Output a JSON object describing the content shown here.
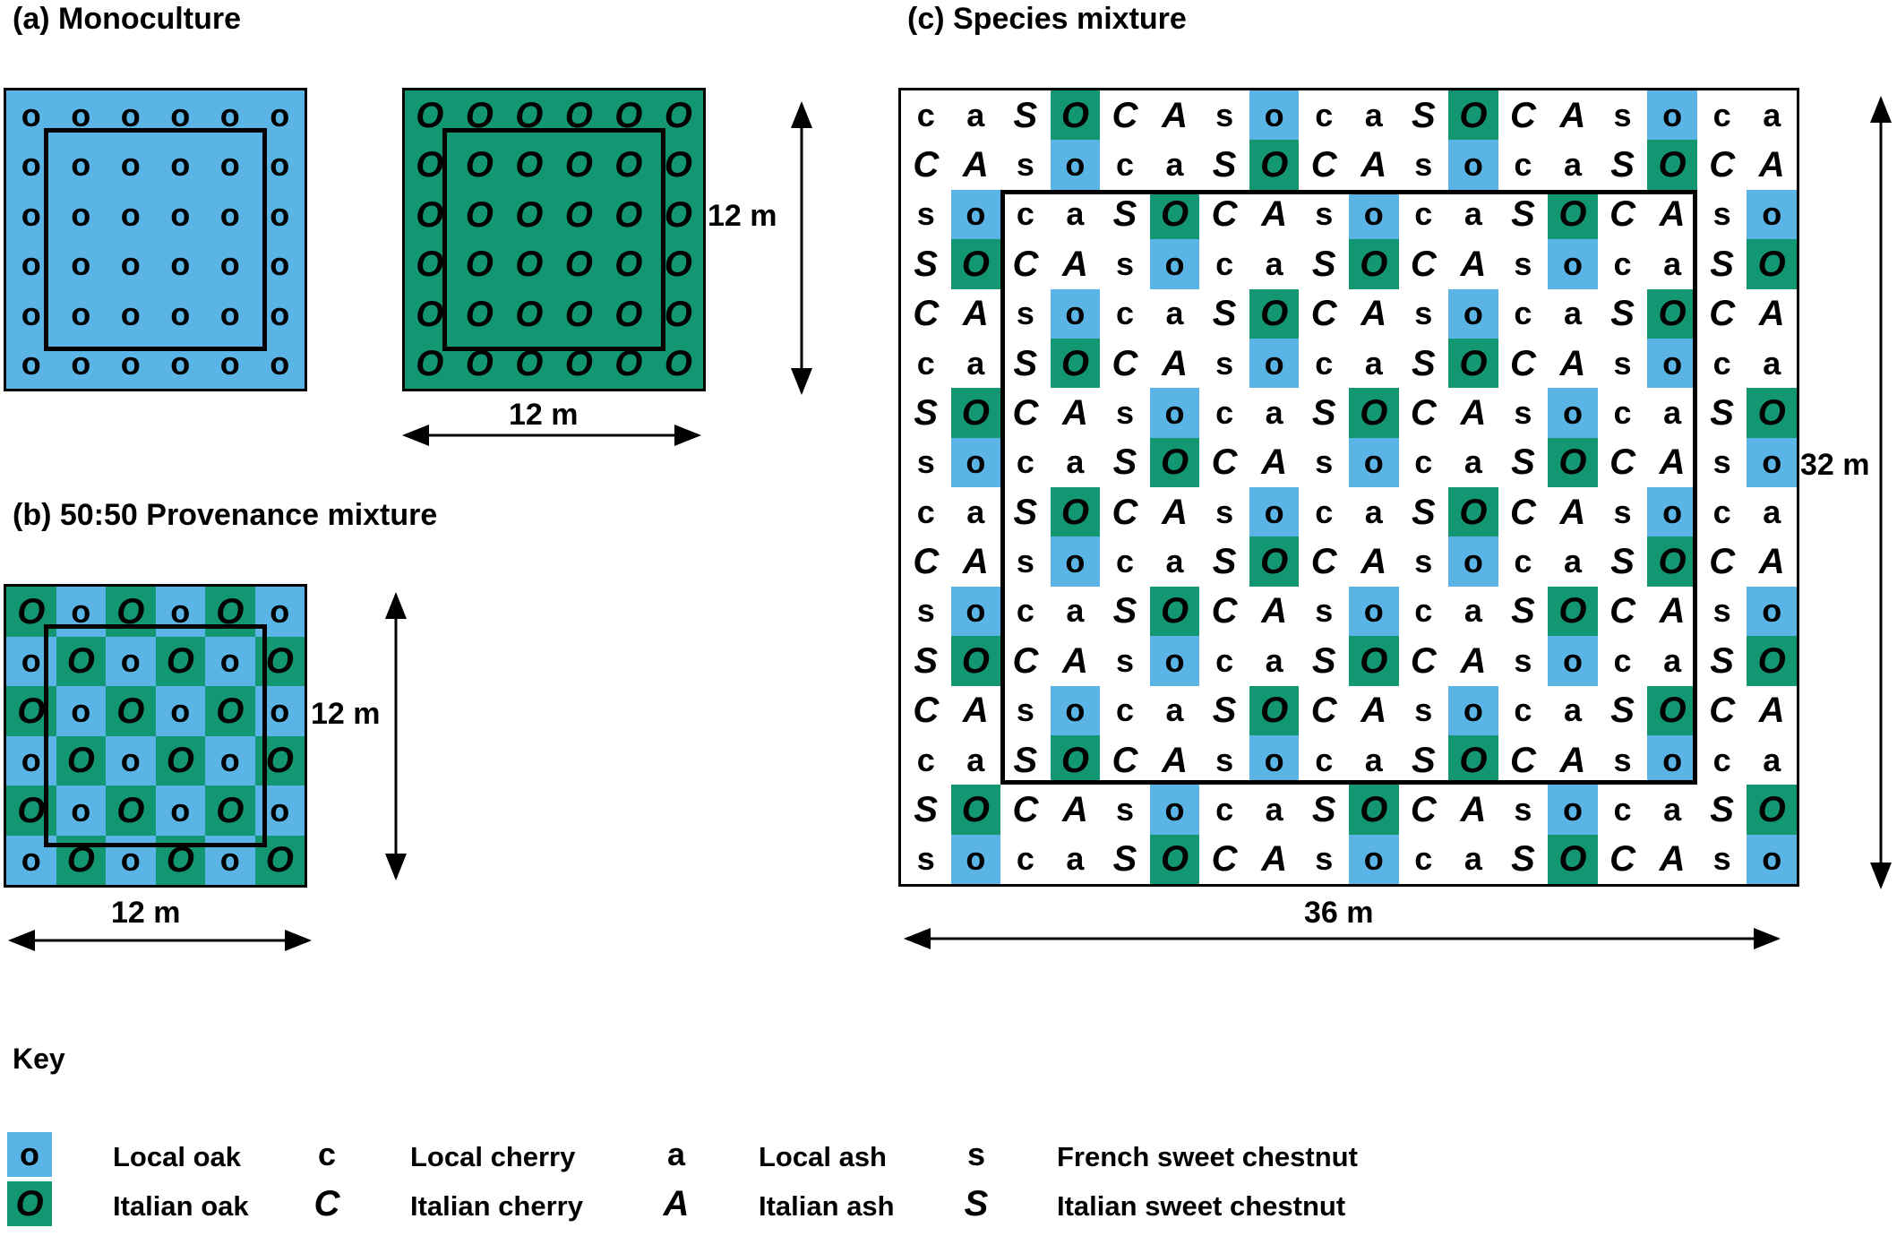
{
  "colors": {
    "local_oak": "#5ab4e5",
    "italian_oak": "#139773",
    "plain": "#ffffff"
  },
  "panels": {
    "a": {
      "title": "(a) Monoculture",
      "grids": [
        {
          "fill": "local_oak",
          "symbol": "o"
        },
        {
          "fill": "italian_oak",
          "symbol": "O"
        }
      ],
      "height_label": "12 m",
      "width_label": "12 m"
    },
    "b": {
      "title": "(b) 50:50 Provenance mixture",
      "height_label": "12 m",
      "width_label": "12 m"
    },
    "c": {
      "title": "(c) Species mixture",
      "height_label": "32 m",
      "width_label": "36 m",
      "rows": [
        "caSOCAsocaSOCAsoca",
        "CAsocaSOCAsocaSOCA",
        "socaSOCAsocaSOCAso",
        "SOCAsocaSOCAsocaSO",
        "CAsocaSOCAsocaSOCA",
        "caSOCAsocaSOCAsoca",
        "SOCAsocaSOCAsocaSO",
        "socaSOCAsocaSOCAso",
        "caSOCAsocaSOCAsoca",
        "CAsocaSOCAsocaSOCA",
        "socaSOCAsocaSOCAso",
        "SOCAsocaSOCAsocaSO",
        "CAsocaSOCAsocaSOCA",
        "caSOCAsocaSOCAsoca",
        "SOCAsocaSOCAsocaSO",
        "socaSOCAsocaSOCAso"
      ]
    }
  },
  "key": {
    "title": "Key",
    "items": [
      {
        "symbol": "o",
        "label": "Local oak",
        "fill": "local_oak"
      },
      {
        "symbol": "O",
        "label": "Italian oak",
        "fill": "italian_oak"
      },
      {
        "symbol": "c",
        "label": "Local cherry"
      },
      {
        "symbol": "C",
        "label": "Italian cherry"
      },
      {
        "symbol": "a",
        "label": "Local ash"
      },
      {
        "symbol": "A",
        "label": "Italian ash"
      },
      {
        "symbol": "s",
        "label": "French sweet chestnut"
      },
      {
        "symbol": "S",
        "label": "Italian sweet chestnut"
      }
    ]
  }
}
